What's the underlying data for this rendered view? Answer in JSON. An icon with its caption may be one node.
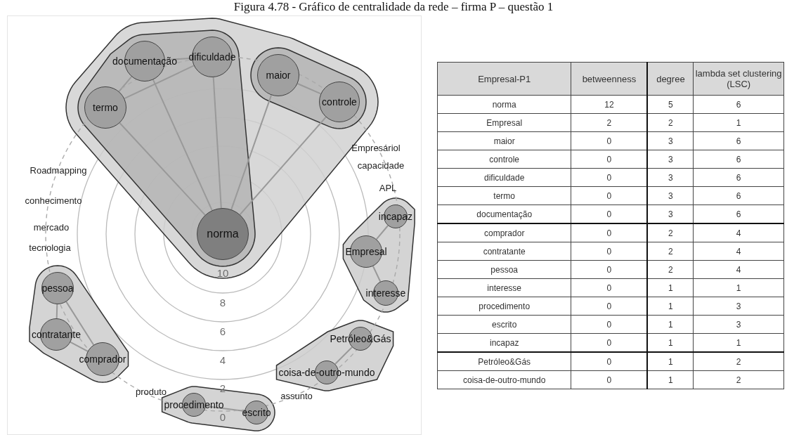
{
  "diagram": {
    "title": "Figura 4.78 - Gráfico de centralidade da rede – firma P – questão 1",
    "nodes": [
      {
        "text": [],
        "shape": "hull"
      },
      {
        "text": [],
        "shape": "hull",
        "in": 0
      },
      {
        "text": [
          "documentação"
        ],
        "in": 1
      },
      {
        "text": [
          "dificuldade"
        ],
        "in": 1
      },
      {
        "text": [
          "termo"
        ],
        "in": 1
      },
      {
        "text": [
          "norma"
        ],
        "in": 1
      },
      {
        "text": [],
        "shape": "hull",
        "in": 0
      },
      {
        "text": [
          "maior"
        ],
        "in": 6
      },
      {
        "text": [
          "controle"
        ],
        "in": 6
      },
      {
        "text": [],
        "shape": "hull"
      },
      {
        "text": [
          "incapaz"
        ],
        "in": 9
      },
      {
        "text": [
          "Empresal"
        ],
        "in": 9
      },
      {
        "text": [
          "interesse"
        ],
        "in": 9
      },
      {
        "text": [],
        "shape": "hull"
      },
      {
        "text": [
          "pessoa"
        ],
        "in": 13
      },
      {
        "text": [
          "contratante"
        ],
        "in": 13
      },
      {
        "text": [
          "comprador"
        ],
        "in": 13
      },
      {
        "text": [],
        "shape": "hull"
      },
      {
        "text": [
          "Petróleo&Gás"
        ],
        "in": 17
      },
      {
        "text": [
          "coisa-de-outro-mundo"
        ],
        "in": 17
      },
      {
        "text": [],
        "shape": "hull"
      },
      {
        "text": [
          "procedimento"
        ],
        "in": 20
      },
      {
        "text": [
          "escrito"
        ],
        "in": 20
      }
    ],
    "edges": [
      {
        "from": 5,
        "to": 4,
        "arrow": "none"
      },
      {
        "from": 5,
        "to": 2,
        "arrow": "none"
      },
      {
        "from": 5,
        "to": 3,
        "arrow": "none"
      },
      {
        "from": 5,
        "to": 7,
        "arrow": "none"
      },
      {
        "from": 5,
        "to": 8,
        "arrow": "none"
      },
      {
        "from": 4,
        "to": 2,
        "arrow": "none"
      },
      {
        "from": 4,
        "to": 3,
        "arrow": "none"
      },
      {
        "from": 2,
        "to": 3,
        "arrow": "none"
      },
      {
        "from": 7,
        "to": 8,
        "arrow": "none"
      },
      {
        "from": 11,
        "to": 10,
        "arrow": "none"
      },
      {
        "from": 11,
        "to": 12,
        "arrow": "none"
      },
      {
        "from": 14,
        "to": 15,
        "arrow": "none"
      },
      {
        "from": 15,
        "to": 16,
        "arrow": "none"
      },
      {
        "from": 14,
        "to": 16,
        "arrow": "none"
      },
      {
        "from": 18,
        "to": 19,
        "arrow": "none"
      },
      {
        "from": 21,
        "to": 22,
        "arrow": "none"
      }
    ],
    "labels": [
      "Empresáriol",
      "capacidade",
      "Roadmapping",
      "APL",
      "conhecimento",
      "mercado",
      "tecnologia",
      "produto",
      "assunto",
      "10",
      "8",
      "6",
      "4",
      "2",
      "0",
      "Empresal-P1",
      "betweenness",
      "degree",
      "lambda set clustering (LSC)",
      "norma",
      "12",
      "5",
      "6",
      "Empresal",
      "2",
      "2",
      "1",
      "maior",
      "0",
      "3",
      "6",
      "controle",
      "0",
      "3",
      "6",
      "dificuldade",
      "0",
      "3",
      "6",
      "termo",
      "0",
      "3",
      "6",
      "documentação",
      "0",
      "3",
      "6",
      "comprador",
      "0",
      "2",
      "4",
      "contratante",
      "0",
      "2",
      "4",
      "pessoa",
      "0",
      "2",
      "4",
      "interesse",
      "0",
      "1",
      "1",
      "procedimento",
      "0",
      "1",
      "3",
      "escrito",
      "0",
      "1",
      "3",
      "incapaz",
      "0",
      "1",
      "1",
      "Petróleo&Gás",
      "0",
      "1",
      "2",
      "coisa-de-outro-mundo",
      "0",
      "1",
      "2"
    ]
  }
}
